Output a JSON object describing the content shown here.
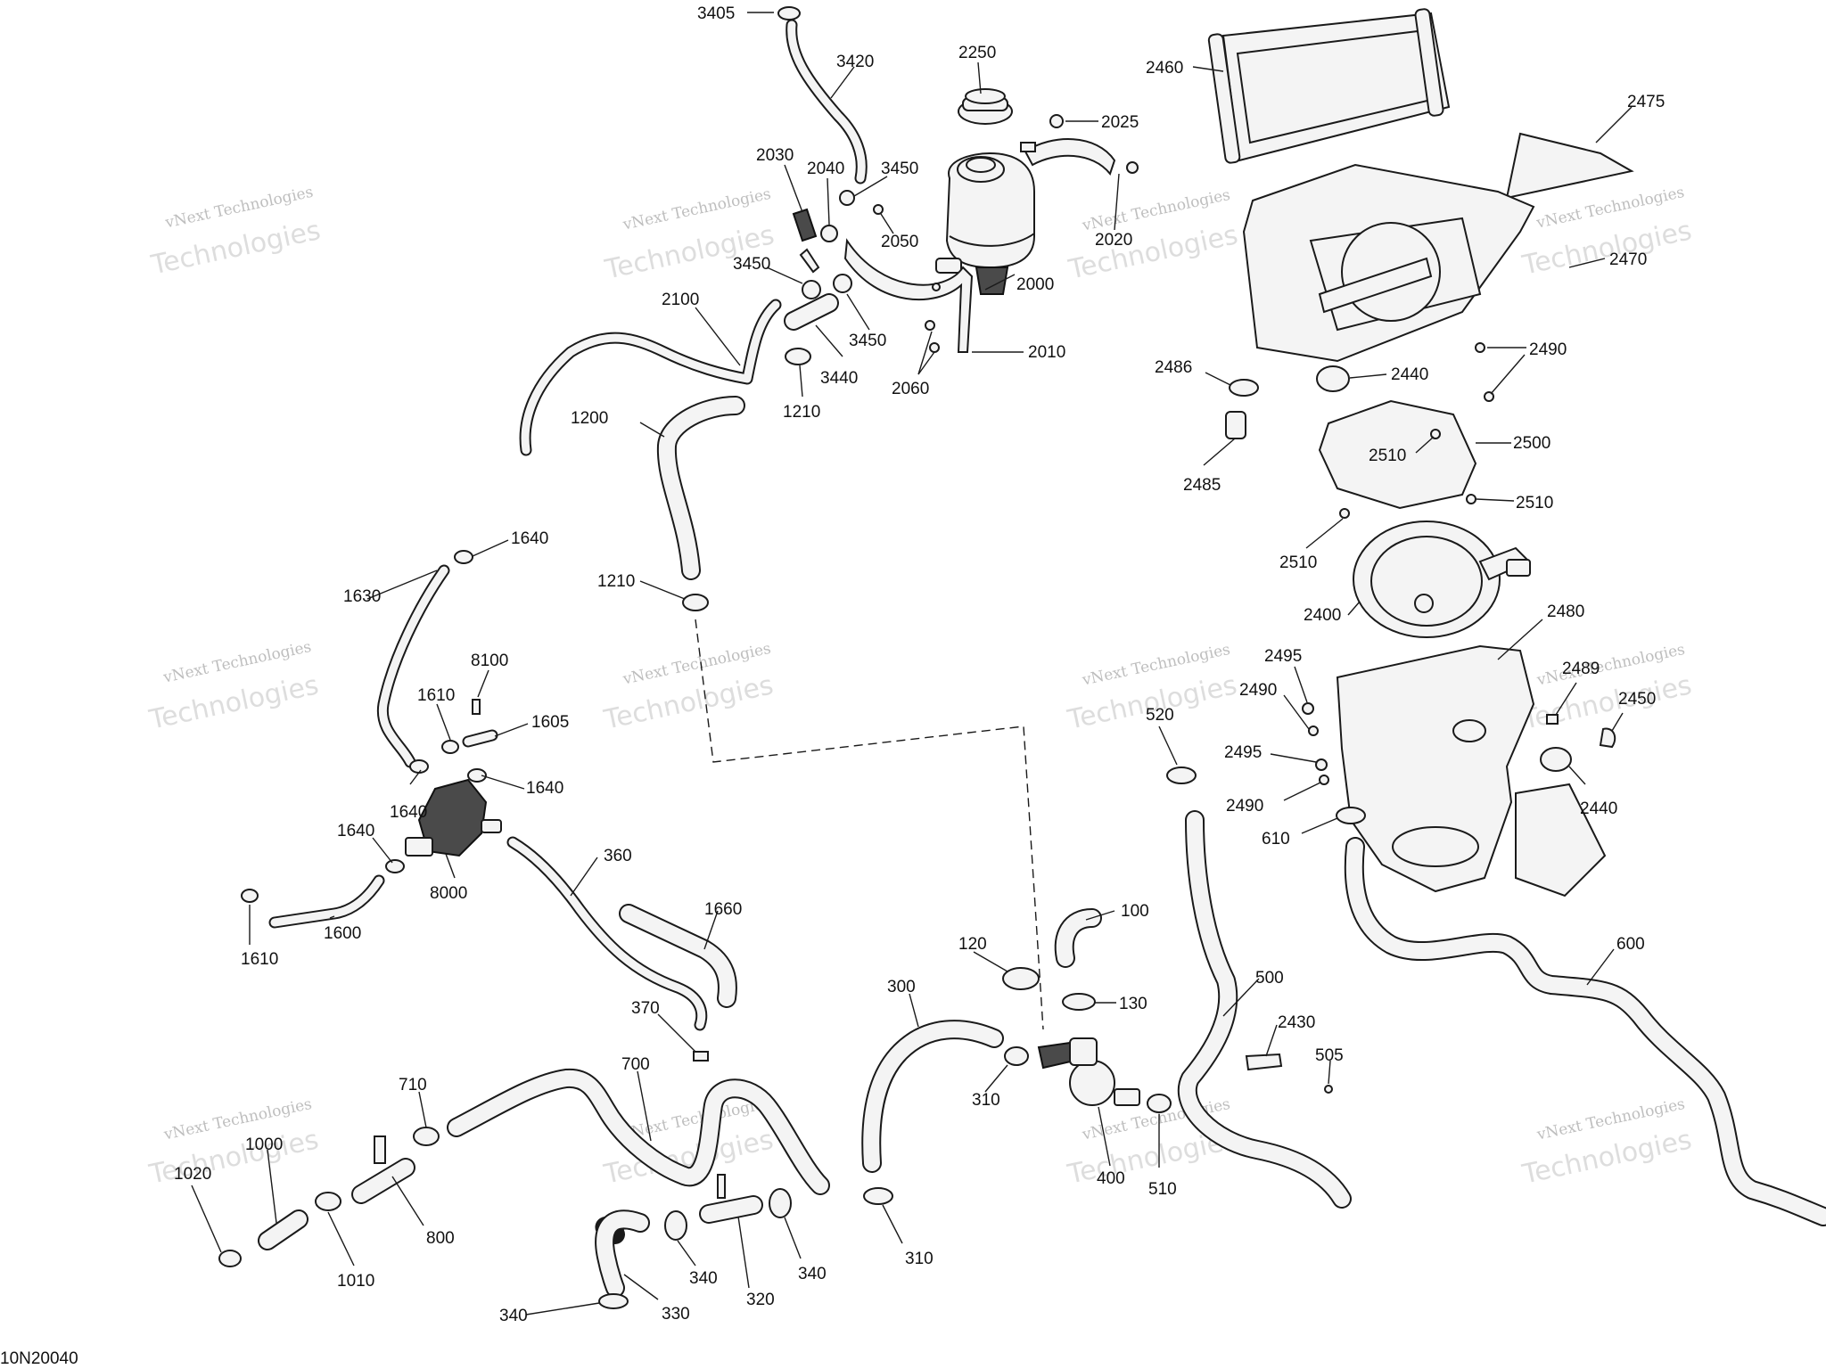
{
  "diagram_id": "10N20040",
  "watermark": {
    "line1": "vNext Technologies",
    "line2": "Technologies"
  },
  "callouts": {
    "c3405": "3405",
    "c3420": "3420",
    "c2250": "2250",
    "c2460": "2460",
    "c2475": "2475",
    "c2025": "2025",
    "c2030": "2030",
    "c2040": "2040",
    "c3450a": "3450",
    "c2050": "2050",
    "c2020": "2020",
    "c2470": "2470",
    "c3450b": "3450",
    "c2000": "2000",
    "c2100": "2100",
    "c3450c": "3450",
    "c2010": "2010",
    "c2490a": "2490",
    "c2486": "2486",
    "c2440a": "2440",
    "c3440": "3440",
    "c1200": "1200",
    "c1210a": "1210",
    "c2060": "2060",
    "c2510a": "2510",
    "c2500": "2500",
    "c2485": "2485",
    "c2510b": "2510",
    "c2510c": "2510",
    "c1640a": "1640",
    "c1210b": "1210",
    "c2400": "2400",
    "c1630": "1630",
    "c2480": "2480",
    "c8100": "8100",
    "c2495a": "2495",
    "c2489": "2489",
    "c1610a": "1610",
    "c2490b": "2490",
    "c2450": "2450",
    "c1605": "1605",
    "c520": "520",
    "c2495b": "2495",
    "c1640b": "1640",
    "c1640c": "1640",
    "c2440b": "2440",
    "c2490c": "2490",
    "c1640d": "1640",
    "c610": "610",
    "c360": "360",
    "c8000": "8000",
    "c100": "100",
    "c1660": "1660",
    "c1600": "1600",
    "c600": "600",
    "c120": "120",
    "c1610b": "1610",
    "c500": "500",
    "c300": "300",
    "c130": "130",
    "c370": "370",
    "c2430": "2430",
    "c505": "505",
    "c700": "700",
    "c310a": "310",
    "c710": "710",
    "c1000": "1000",
    "c1020": "1020",
    "c400": "400",
    "c510": "510",
    "c800": "800",
    "c310b": "310",
    "c1010": "1010",
    "c340a": "340",
    "c340b": "340",
    "c320": "320",
    "c330": "330",
    "c340c": "340"
  }
}
